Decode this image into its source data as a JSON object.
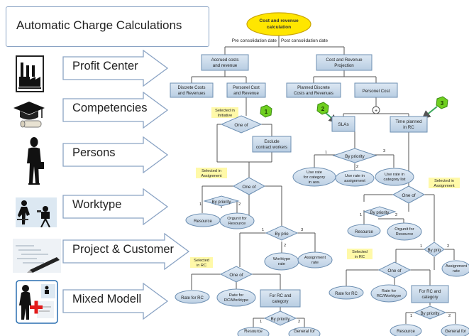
{
  "title": "Automatic Charge Calculations",
  "categories": [
    {
      "label": "Profit Center",
      "icon": "factory-icon"
    },
    {
      "label": "Competencies",
      "icon": "graduation-cap-icon"
    },
    {
      "label": "Persons",
      "icon": "person-silhouette-icon"
    },
    {
      "label": "Worktype",
      "icon": "surveyor-worker-icon"
    },
    {
      "label": "Project & Customer",
      "icon": "pen-chart-icon"
    },
    {
      "label": "Mixed Modell",
      "icon": "mixed-model-icon"
    }
  ],
  "flow": {
    "root": "Cost and revenue calculation",
    "pre": "Pre consolidation date",
    "post": "Post consolidation date",
    "accrued": "Accrued costs and revenue",
    "cost_proj": "Cost and Revenue Projection",
    "discrete": "Discrete Costs and Revenues",
    "personel_cr": "Personel Cost and Revenue",
    "planned_discrete": "Planned Discrete Costs and Revenues",
    "personel_cost": "Personel Cost",
    "sel_initiative": "Selected in Initiative",
    "one_of": "One of",
    "exclude": "Exclude contract workers",
    "slas": "SLAs",
    "time_planned": "Time planned in RC",
    "by_priority": "By priority",
    "use_rate_cat": "Use rate for category in ass.",
    "use_rate_assign": "Use rate in assignment",
    "use_rate_list": "Use rate in category list",
    "sel_assignment": "Selected in Assignment",
    "resource": "Resource",
    "orgunit": "Orgunit for Resource",
    "by_prio": "By prio",
    "worktype_rate": "Worktype rate",
    "assignment_rate": "Assignment rate",
    "sel_rc": "Selected in RC",
    "rate_rc": "Rate for RC",
    "rate_rc_worktype": "Rate for RC/Worktype",
    "for_rc_cat": "For RC and category",
    "general_for": "General for",
    "num1": "1",
    "num2": "2",
    "num3": "3",
    "plus": "+"
  }
}
